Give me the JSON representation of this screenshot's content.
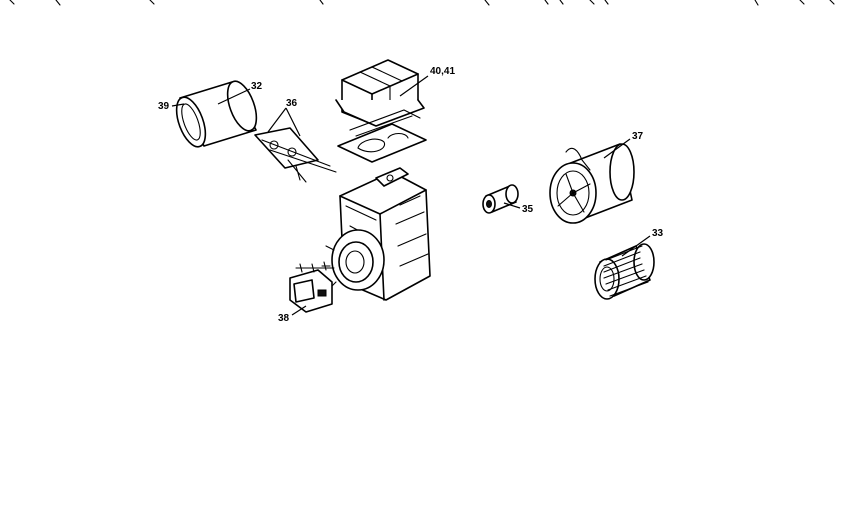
{
  "callouts": {
    "c32": "32",
    "c33": "33",
    "c35": "35",
    "c36": "36",
    "c37": "37",
    "c38": "38",
    "c39": "39",
    "c40": "40,41"
  }
}
